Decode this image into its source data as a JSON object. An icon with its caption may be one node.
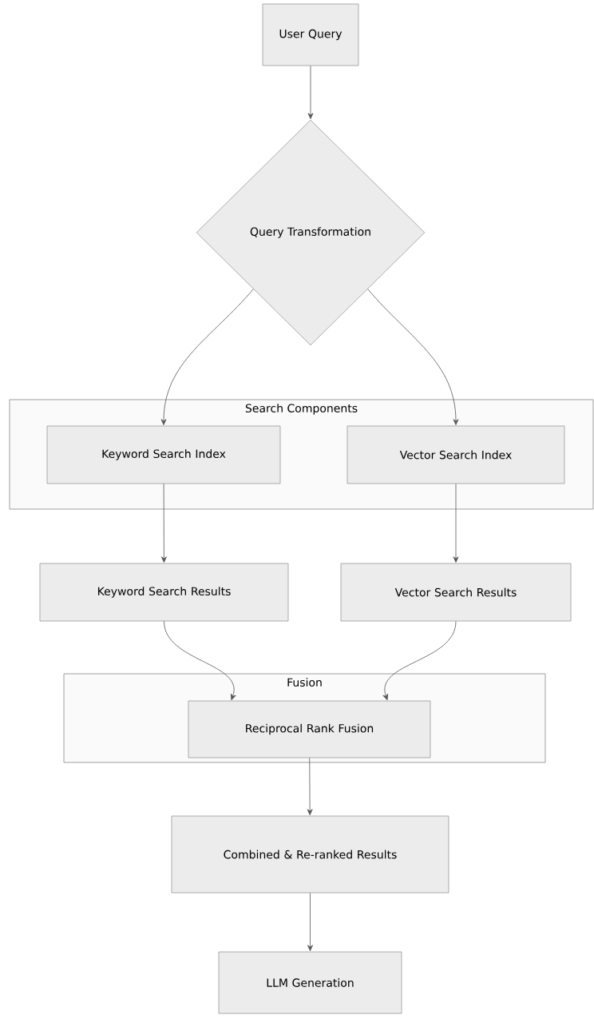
{
  "diagram": {
    "nodes": [
      {
        "text": [
          "User Query"
        ]
      },
      {
        "text": [
          "Query Transformation"
        ]
      },
      {
        "text": [
          "Search Components"
        ]
      },
      {
        "text": [
          "Keyword Search Index"
        ],
        "in": 2
      },
      {
        "text": [
          "Vector Search Index"
        ],
        "in": 2
      },
      {
        "text": [
          "Keyword Search Results"
        ]
      },
      {
        "text": [
          "Vector Search Results"
        ]
      },
      {
        "text": [
          "Fusion"
        ]
      },
      {
        "text": [
          "Reciprocal Rank Fusion"
        ],
        "in": 7
      },
      {
        "text": [
          "Combined & Re-ranked Results"
        ]
      },
      {
        "text": [
          "LLM Generation"
        ]
      }
    ],
    "edges": [
      {
        "from": 0,
        "to": 1,
        "arrow": "to"
      },
      {
        "from": 1,
        "to": 3,
        "arrow": "to"
      },
      {
        "from": 1,
        "to": 4,
        "arrow": "to"
      },
      {
        "from": 3,
        "to": 5,
        "arrow": "to"
      },
      {
        "from": 4,
        "to": 6,
        "arrow": "to"
      },
      {
        "from": 5,
        "to": 8,
        "arrow": "to"
      },
      {
        "from": 6,
        "to": 8,
        "arrow": "to"
      },
      {
        "from": 8,
        "to": 9,
        "arrow": "to"
      },
      {
        "from": 9,
        "to": 10,
        "arrow": "to"
      }
    ]
  }
}
